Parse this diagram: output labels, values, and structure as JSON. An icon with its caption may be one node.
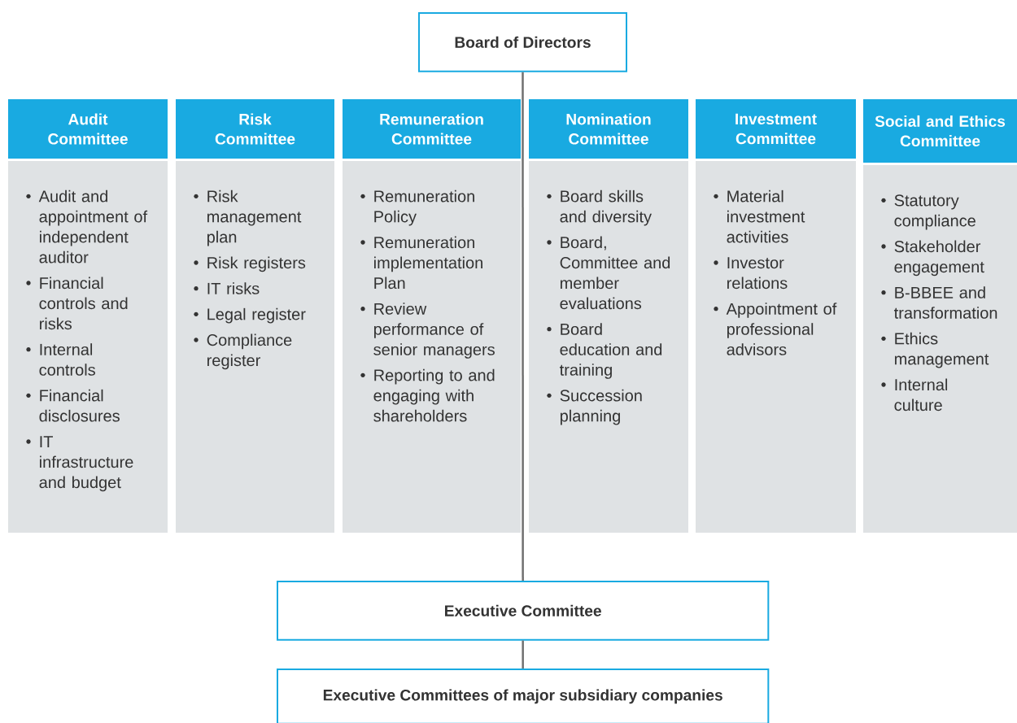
{
  "diagram": {
    "nodes": [
      {
        "text": [
          "Board of Directors"
        ]
      },
      {
        "text": [
          "Audit Committee",
          "Audit and appointment of independent auditor",
          "Financial controls and risks",
          "Internal controls",
          "Financial disclosures",
          "IT infrastructure and budget"
        ]
      },
      {
        "text": [
          "Risk Committee",
          "Risk management plan",
          "Risk registers",
          "IT risks",
          "Legal register",
          "Compliance register"
        ]
      },
      {
        "text": [
          "Remuneration Committee",
          "Remuneration Policy",
          "Remuneration implementation Plan",
          "Review performance of senior managers",
          "Reporting to and engaging with shareholders"
        ]
      },
      {
        "text": [
          "Nomination Committee",
          "Board skills and diversity",
          "Board, Committee and member evaluations",
          "Board education and training",
          "Succession planning"
        ]
      },
      {
        "text": [
          "Investment Committee",
          "Material investment activities",
          "Investor relations",
          "Appointment of professional advisors"
        ]
      },
      {
        "text": [
          "Social and Ethics Committee",
          "Statutory compliance",
          "Stakeholder engagement",
          "B-BBEE and transformation",
          "Ethics management",
          "Internal culture"
        ]
      },
      {
        "text": [
          "Executive Committee"
        ]
      },
      {
        "text": [
          "Executive Committees of major subsidiary companies"
        ]
      }
    ],
    "edges": [
      {
        "from": 0,
        "to": 7,
        "arrow": "none"
      },
      {
        "from": 7,
        "to": 8,
        "arrow": "none"
      }
    ]
  }
}
